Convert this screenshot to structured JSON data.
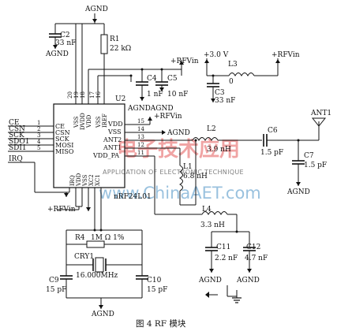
{
  "caption": "图 4   RF 模块",
  "chip": {
    "ref": "U2",
    "part": "nRF24L01",
    "top_pins": [
      {
        "num": "20",
        "name": "VSS"
      },
      {
        "num": "19",
        "name": "DVDD"
      },
      {
        "num": "18",
        "name": "VDD"
      },
      {
        "num": "17",
        "name": "VSS"
      },
      {
        "num": "16",
        "name": "IREF"
      }
    ],
    "left_pins": [
      {
        "num": "1",
        "name": "CE",
        "net": "CE"
      },
      {
        "num": "2",
        "name": "CSN",
        "net": "CSN"
      },
      {
        "num": "3",
        "name": "SCK",
        "net": "SCK"
      },
      {
        "num": "4",
        "name": "MOSI",
        "net": "SDO1"
      },
      {
        "num": "5",
        "name": "MISO",
        "net": "SDI1"
      }
    ],
    "irq_net": "IRQ",
    "bottom_pins": [
      "IRQ",
      "VDD",
      "VSS",
      "XC2",
      "XC1"
    ],
    "right_pins": [
      {
        "num": "15",
        "name": "VDD"
      },
      {
        "num": "14",
        "name": "VSS"
      },
      {
        "num": "13",
        "name": "ANT2"
      },
      {
        "num": "12",
        "name": "ANT1"
      },
      {
        "num": "11",
        "name": "VDD_PA"
      }
    ]
  },
  "parts": {
    "C2": {
      "ref": "C2",
      "value": "33 nF"
    },
    "R1": {
      "ref": "R1",
      "value": "22 kΩ"
    },
    "C4": {
      "ref": "C4",
      "value": "1 nF"
    },
    "C5": {
      "ref": "C5",
      "value": "10 nF"
    },
    "C3": {
      "ref": "C3",
      "value": "33 nF"
    },
    "L3": {
      "ref": "L3",
      "value": "0"
    },
    "L2": {
      "ref": "L2",
      "value": "3.9 nH"
    },
    "C6": {
      "ref": "C6",
      "value": "1.5 pF"
    },
    "C7": {
      "ref": "C7",
      "value": "1.5 pF"
    },
    "L1": {
      "ref": "L1",
      "value": "6.8 nH"
    },
    "L4": {
      "ref": "L4",
      "value": "3.3 nH"
    },
    "C11": {
      "ref": "C11",
      "value": "2.2 nF"
    },
    "C12": {
      "ref": "C12",
      "value": "4.7 nF"
    },
    "R4": {
      "ref": "R4",
      "value": "1M Ω   1%"
    },
    "CRY1": {
      "ref": "CRY1",
      "value": "16.000MHz"
    },
    "C9": {
      "ref": "C9",
      "value": "15 pF"
    },
    "C10": {
      "ref": "C10",
      "value": "15 pF"
    }
  },
  "nets": {
    "agnd": "AGND",
    "agnd_pair": "AGNDAGND",
    "rfvin": "+RFVin",
    "v3": "+3.0 V",
    "ant": "ANT1"
  },
  "watermark": {
    "cn": "电子技术应用",
    "en": "APPLICATION OF ELECTRONIC TECHNIQUE",
    "url": "www.ChinaAET.com"
  }
}
